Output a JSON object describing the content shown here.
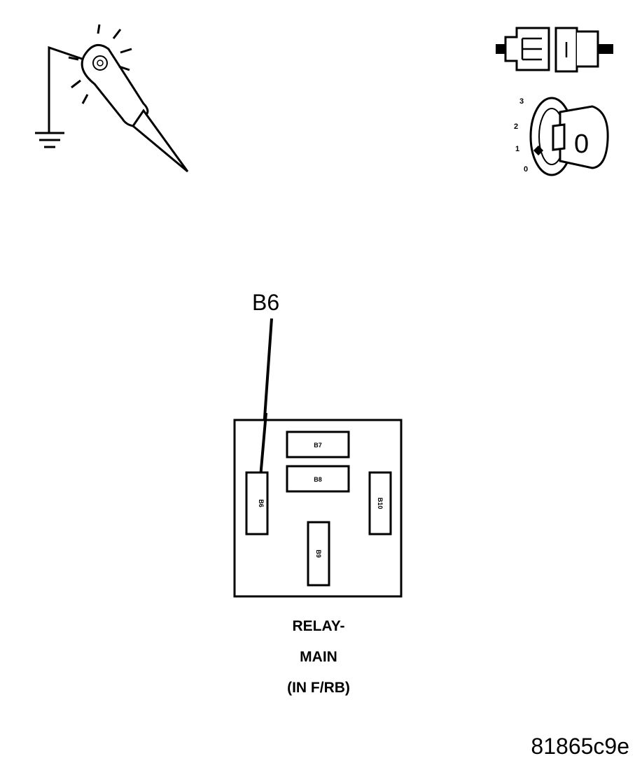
{
  "callout": {
    "label": "B6"
  },
  "relay": {
    "pins": {
      "b7": "B7",
      "b8": "B8",
      "b6": "B6",
      "b10": "B10",
      "b9": "B9"
    },
    "caption": {
      "line1": "RELAY-",
      "line2": "MAIN",
      "line3": "(IN F/RB)"
    }
  },
  "ignition": {
    "positions": [
      "3",
      "2",
      "1",
      "0"
    ],
    "key_label": "0"
  },
  "figure_id": "81865c9e",
  "icons": {
    "probe": "test-light-probe-icon",
    "ground": "ground-symbol-icon",
    "connector": "disconnected-connector-icon",
    "ignition": "ignition-key-icon"
  }
}
